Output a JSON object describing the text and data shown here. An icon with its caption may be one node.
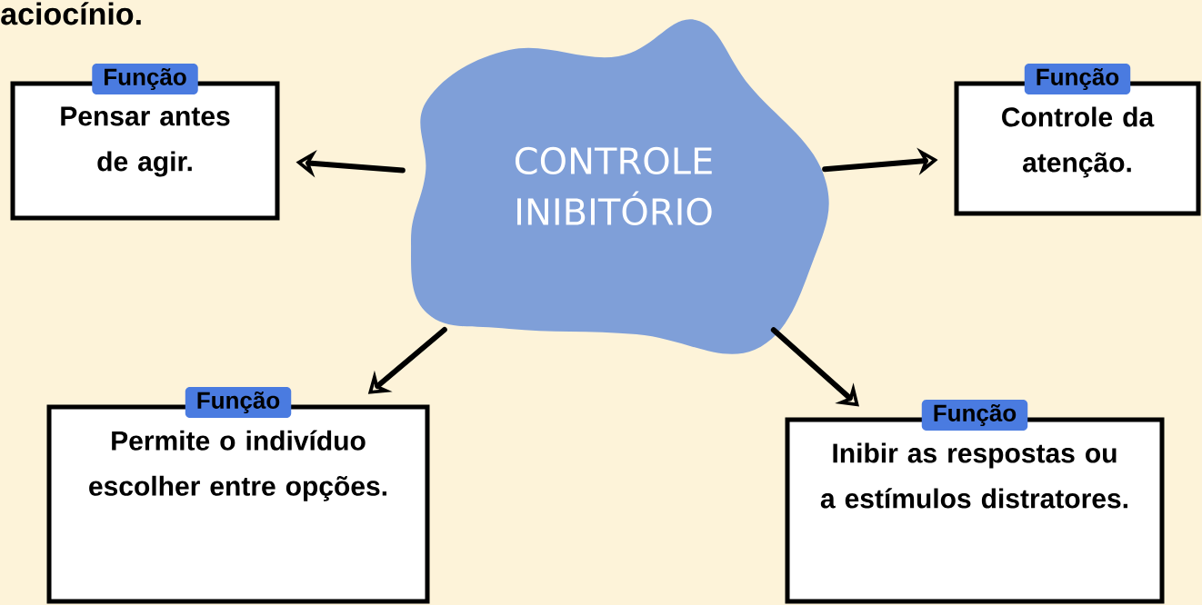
{
  "diagram": {
    "title": "aciocínio.",
    "nodes": [
      {
        "text": [
          "CONTROLE INIBITÓRIO"
        ]
      },
      {
        "text": [
          "Função",
          "Pensar antes de agir."
        ]
      },
      {
        "text": [
          "Função",
          "Controle da atenção."
        ]
      },
      {
        "text": [
          "Função",
          "Permite o indivíduo escolher entre opções."
        ]
      },
      {
        "text": [
          "Função",
          "Inibir as respostas ou a estímulos distratores."
        ]
      }
    ],
    "edges": [
      {
        "from": 0,
        "to": 1,
        "arrow": "to"
      },
      {
        "from": 0,
        "to": 2,
        "arrow": "to"
      },
      {
        "from": 0,
        "to": 3,
        "arrow": "to"
      },
      {
        "from": 0,
        "to": 4,
        "arrow": "to"
      }
    ]
  }
}
